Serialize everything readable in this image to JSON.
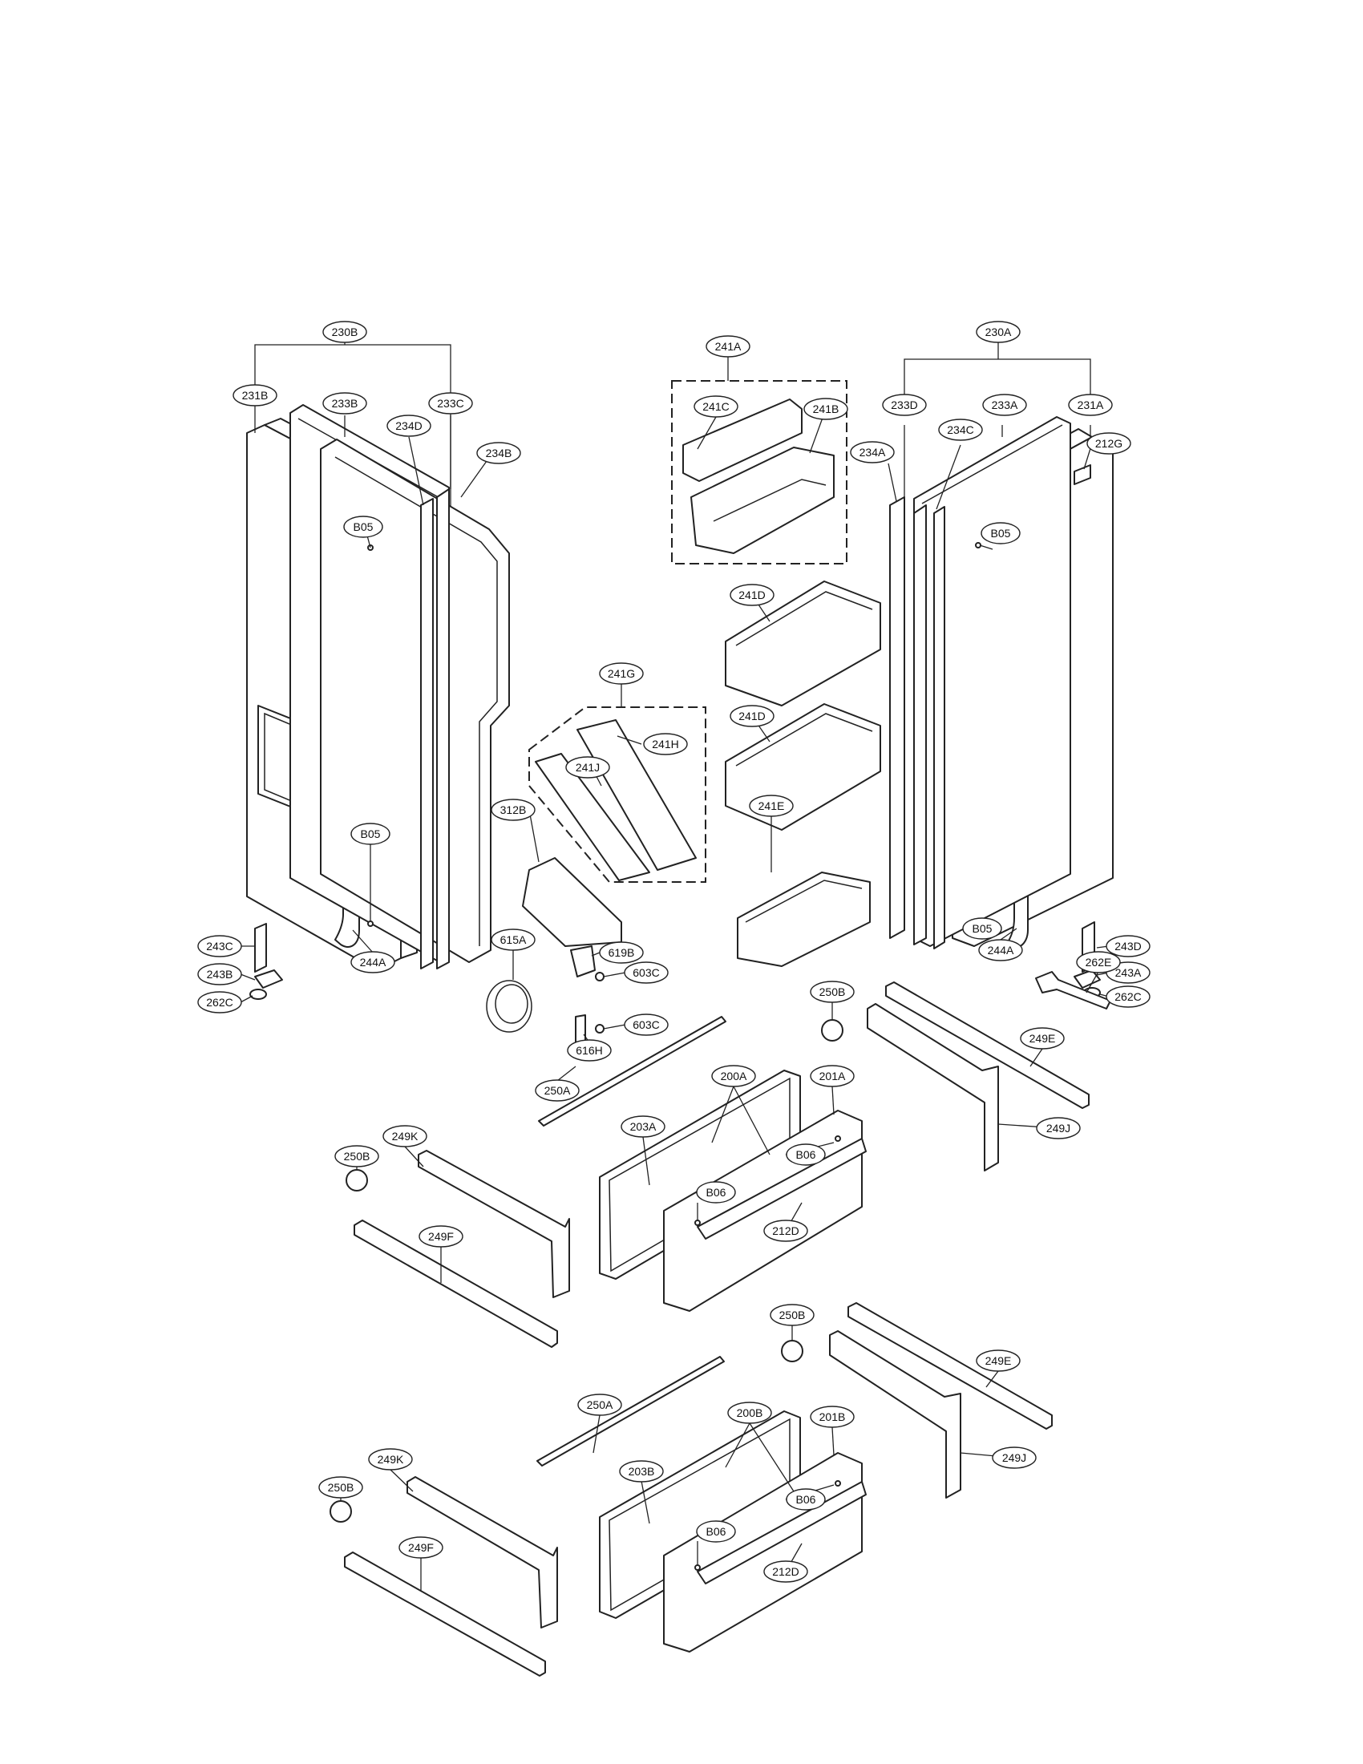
{
  "diagram": {
    "callouts": [
      {
        "id": "c-230B",
        "label": "230B"
      },
      {
        "id": "c-231B",
        "label": "231B"
      },
      {
        "id": "c-233B",
        "label": "233B"
      },
      {
        "id": "c-233C",
        "label": "233C"
      },
      {
        "id": "c-234D",
        "label": "234D"
      },
      {
        "id": "c-234B",
        "label": "234B"
      },
      {
        "id": "c-B05-a",
        "label": "B05"
      },
      {
        "id": "c-B05-b",
        "label": "B05"
      },
      {
        "id": "c-243C",
        "label": "243C"
      },
      {
        "id": "c-243B",
        "label": "243B"
      },
      {
        "id": "c-262C-a",
        "label": "262C"
      },
      {
        "id": "c-244A-a",
        "label": "244A"
      },
      {
        "id": "c-241A",
        "label": "241A"
      },
      {
        "id": "c-241C",
        "label": "241C"
      },
      {
        "id": "c-241B",
        "label": "241B"
      },
      {
        "id": "c-241D-a",
        "label": "241D"
      },
      {
        "id": "c-241D-b",
        "label": "241D"
      },
      {
        "id": "c-241G",
        "label": "241G"
      },
      {
        "id": "c-241H",
        "label": "241H"
      },
      {
        "id": "c-241J",
        "label": "241J"
      },
      {
        "id": "c-241E",
        "label": "241E"
      },
      {
        "id": "c-312B",
        "label": "312B"
      },
      {
        "id": "c-615A",
        "label": "615A"
      },
      {
        "id": "c-619B",
        "label": "619B"
      },
      {
        "id": "c-603C-a",
        "label": "603C"
      },
      {
        "id": "c-603C-b",
        "label": "603C"
      },
      {
        "id": "c-616H",
        "label": "616H"
      },
      {
        "id": "c-230A",
        "label": "230A"
      },
      {
        "id": "c-233D",
        "label": "233D"
      },
      {
        "id": "c-233A",
        "label": "233A"
      },
      {
        "id": "c-231A",
        "label": "231A"
      },
      {
        "id": "c-234A",
        "label": "234A"
      },
      {
        "id": "c-234C",
        "label": "234C"
      },
      {
        "id": "c-212G",
        "label": "212G"
      },
      {
        "id": "c-B05-c",
        "label": "B05"
      },
      {
        "id": "c-B05-d",
        "label": "B05"
      },
      {
        "id": "c-243D",
        "label": "243D"
      },
      {
        "id": "c-243A",
        "label": "243A"
      },
      {
        "id": "c-262C-b",
        "label": "262C"
      },
      {
        "id": "c-244A-b",
        "label": "244A"
      },
      {
        "id": "c-262E",
        "label": "262E"
      },
      {
        "id": "c-250B-a",
        "label": "250B"
      },
      {
        "id": "c-249E-a",
        "label": "249E"
      },
      {
        "id": "c-249J-a",
        "label": "249J"
      },
      {
        "id": "c-250A-a",
        "label": "250A"
      },
      {
        "id": "c-200A",
        "label": "200A"
      },
      {
        "id": "c-201A",
        "label": "201A"
      },
      {
        "id": "c-203A",
        "label": "203A"
      },
      {
        "id": "c-B06-a",
        "label": "B06"
      },
      {
        "id": "c-B06-b",
        "label": "B06"
      },
      {
        "id": "c-212D-a",
        "label": "212D"
      },
      {
        "id": "c-250B-b",
        "label": "250B"
      },
      {
        "id": "c-249K-a",
        "label": "249K"
      },
      {
        "id": "c-249F-a",
        "label": "249F"
      },
      {
        "id": "c-250B-c",
        "label": "250B"
      },
      {
        "id": "c-249E-b",
        "label": "249E"
      },
      {
        "id": "c-249J-b",
        "label": "249J"
      },
      {
        "id": "c-250A-b",
        "label": "250A"
      },
      {
        "id": "c-200B",
        "label": "200B"
      },
      {
        "id": "c-201B",
        "label": "201B"
      },
      {
        "id": "c-203B",
        "label": "203B"
      },
      {
        "id": "c-B06-c",
        "label": "B06"
      },
      {
        "id": "c-B06-d",
        "label": "B06"
      },
      {
        "id": "c-212D-b",
        "label": "212D"
      },
      {
        "id": "c-250B-d",
        "label": "250B"
      },
      {
        "id": "c-249K-b",
        "label": "249K"
      },
      {
        "id": "c-249F-b",
        "label": "249F"
      }
    ]
  }
}
